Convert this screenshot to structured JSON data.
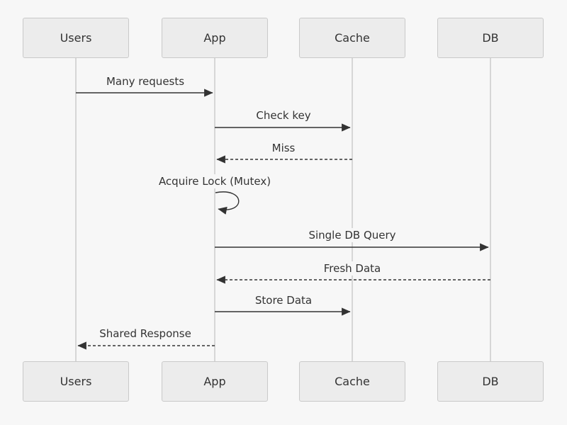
{
  "diagram": {
    "type": "sequence-diagram",
    "participants": [
      {
        "name": "Users"
      },
      {
        "name": "App"
      },
      {
        "name": "Cache"
      },
      {
        "name": "DB"
      }
    ],
    "messages": [
      {
        "from": "Users",
        "to": "App",
        "label": "Many requests",
        "style": "solid"
      },
      {
        "from": "App",
        "to": "Cache",
        "label": "Check key",
        "style": "solid"
      },
      {
        "from": "Cache",
        "to": "App",
        "label": "Miss",
        "style": "dashed"
      },
      {
        "from": "App",
        "to": "App",
        "label": "Acquire Lock (Mutex)",
        "style": "self-loop"
      },
      {
        "from": "App",
        "to": "DB",
        "label": "Single DB Query",
        "style": "solid"
      },
      {
        "from": "DB",
        "to": "App",
        "label": "Fresh Data",
        "style": "dashed"
      },
      {
        "from": "App",
        "to": "Cache",
        "label": "Store Data",
        "style": "solid"
      },
      {
        "from": "App",
        "to": "Users",
        "label": "Shared Response",
        "style": "dashed"
      }
    ],
    "colors": {
      "background": "#f7f7f7",
      "actor_fill": "#ececec",
      "actor_border": "#c9c9c9",
      "lifeline": "#cccccc",
      "arrow": "#333333",
      "text": "#333333"
    }
  }
}
